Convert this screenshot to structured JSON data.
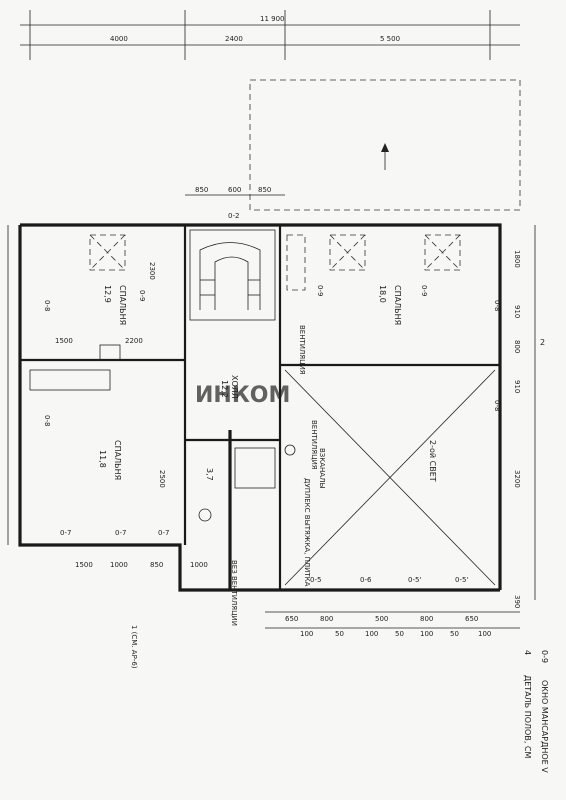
{
  "top_dims": {
    "total": "11 900",
    "seg1": "4000",
    "seg2": "2400",
    "seg3": "5 500"
  },
  "stair_dims": {
    "a": "850",
    "b": "600",
    "c": "850"
  },
  "rooms": [
    {
      "name": "СПАЛЬНЯ",
      "area": "12,9"
    },
    {
      "name": "СПАЛЬНЯ",
      "area": "18,0"
    },
    {
      "name": "СПАЛЬНЯ",
      "area": "11,8"
    },
    {
      "name": "2-ой СВЕТ"
    },
    {
      "name": "ХОЛЛ",
      "area": "12,2"
    },
    {
      "name": "",
      "area": "3,7"
    }
  ],
  "left_dims": [
    "1500",
    "2200",
    "2300",
    "2500",
    "1500",
    "850",
    "1000",
    "1000"
  ],
  "right_dims": [
    "1800",
    "910",
    "800",
    "910",
    "3200",
    "390"
  ],
  "bottom_dims": [
    "650",
    "800",
    "500",
    "800",
    "650",
    "100",
    "50",
    "100",
    "50",
    "100",
    "50",
    "100"
  ],
  "window_marks": [
    "0-2",
    "0-8",
    "0-9",
    "0-7",
    "0-5",
    "0-6",
    "0-5'"
  ],
  "notes": [
    "ВЕНТИЛЯЦИЯ",
    "ВЕНТИЛЯЦИЯ",
    "ВЗКАНАЛЫ",
    "ДУПЛЕКС ВЫТЯЖКА, ПЛИТКА",
    "ВЕЗ ВЕНТИЛЯЦИИ",
    "1 (СМ. АР-6)"
  ],
  "legend": [
    {
      "code": "0-9",
      "text": "ОКНО МАНСАРДНОЕ V"
    },
    {
      "code": "4",
      "text": "ДЕТАЛЬ ПОЛОВ, СМ"
    }
  ],
  "section_mark": "2",
  "watermark": "ИНКОМ"
}
